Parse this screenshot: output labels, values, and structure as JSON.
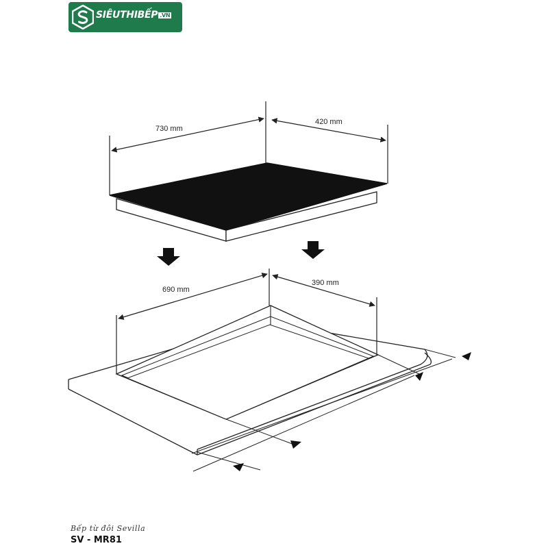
{
  "logo": {
    "brand": "SIÊUTHIBẾP",
    "suffix": ".VN",
    "icon": "s-monogram-icon"
  },
  "dimensions": {
    "hob_width": "730 mm",
    "hob_depth": "420 mm",
    "cutout_width": "690 mm",
    "cutout_depth": "390 mm"
  },
  "caption": "Bếp từ đôi Sevilla",
  "model": "SV - MR81",
  "colors": {
    "brand": "#1f7a4c",
    "glass": "#111111",
    "lines": "#222222"
  },
  "icons": [
    "s-monogram-icon",
    "down-arrow-icon"
  ]
}
